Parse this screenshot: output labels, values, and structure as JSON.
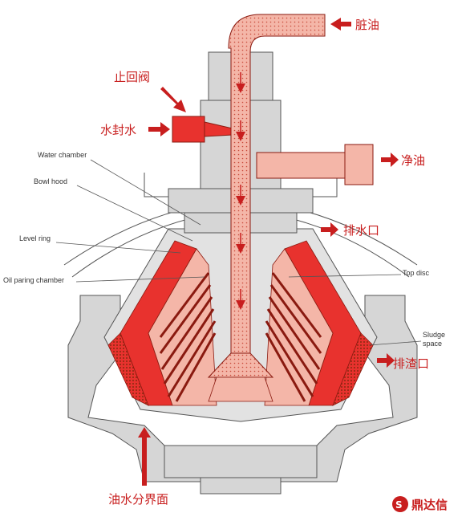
{
  "labels_cn": {
    "dirty_oil": "脏油",
    "check_valve": "止回阀",
    "seal_water": "水封水",
    "clean_oil": "净油",
    "water_outlet": "排水口",
    "sludge_outlet": "排渣口",
    "interface": "油水分界面"
  },
  "labels_en": {
    "water_chamber": "Water chamber",
    "bowl_hood": "Bowl hood",
    "level_ring": "Level ring",
    "oil_paring_chamber": "Oil paring chamber",
    "top_disc": "Top disc",
    "sludge_space_1": "Sludge",
    "sludge_space_2": "space"
  },
  "logo": {
    "text": "鼎达信"
  },
  "colors": {
    "red": "#e8322e",
    "dark_red": "#c81e1e",
    "pink": "#f4b6a8",
    "light_pink": "#f8d2c8",
    "gray": "#d4d4d4",
    "outline": "#555555"
  }
}
